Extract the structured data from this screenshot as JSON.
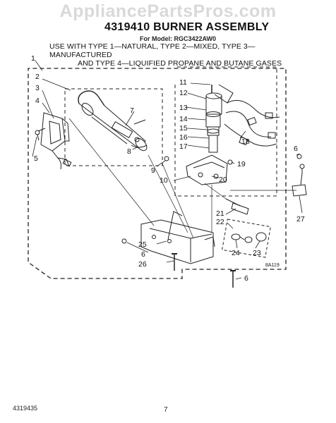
{
  "watermark": "AppliancePartsPros.com",
  "title": "4319410 BURNER ASSEMBLY",
  "model_line": "For Model: RGC3422AW0",
  "usage_line1": "USE WITH TYPE 1—NATURAL, TYPE 2—MIXED, TYPE 3—MANUFACTURED",
  "usage_line2": "AND TYPE 4—LIQUIFIED PROPANE AND BUTANE GASES",
  "callouts": {
    "c1": "1",
    "c2": "2",
    "c3": "3",
    "c4": "4",
    "c5": "5",
    "c6a": "6",
    "c6b": "6",
    "c6c": "6",
    "c7": "7",
    "c8": "8",
    "c9": "9",
    "c10": "10",
    "c11": "11",
    "c12": "12",
    "c13": "13",
    "c14": "14",
    "c15": "15",
    "c16": "16",
    "c17": "17",
    "c18": "18",
    "c19": "19",
    "c20": "20",
    "c21": "21",
    "c22": "22",
    "c23": "23",
    "c24": "24",
    "c25": "25",
    "c26": "26",
    "c27": "27"
  },
  "drawing_code": "8A119",
  "footer_left": "4319435",
  "footer_page": "7"
}
